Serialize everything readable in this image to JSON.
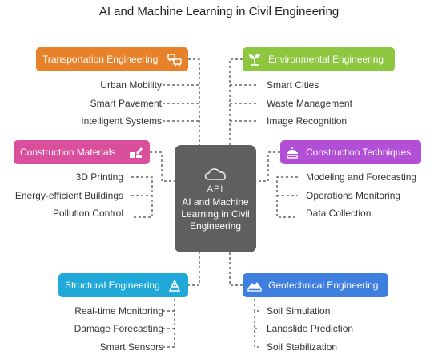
{
  "title": "AI and Machine Learning in Civil Engineering",
  "center": {
    "icon": "cloud-api-icon",
    "api_text": "API",
    "label": "AI and Machine Learning in Civil Engineering"
  },
  "topics": [
    {
      "label": "Transportation Engineering",
      "color": "#e8822a",
      "icon": "vehicles-icon",
      "items": [
        "Urban Mobility",
        "Smart Pavement",
        "Intelligent Systems"
      ]
    },
    {
      "label": "Environmental Engineering",
      "color": "#8dc63f",
      "icon": "plant-icon",
      "items": [
        "Smart Cities",
        "Waste Management",
        "Image Recognition"
      ]
    },
    {
      "label": "Construction Materials",
      "color": "#d94f9b",
      "icon": "materials-icon",
      "items": [
        "3D Printing",
        "Energy-efficient Buildings",
        "Pollution Control"
      ]
    },
    {
      "label": "Construction Techniques",
      "color": "#b24fd6",
      "icon": "construction-icon",
      "items": [
        "Modeling and Forecasting",
        "Operations Monitoring",
        "Data Collection"
      ]
    },
    {
      "label": "Structural Engineering",
      "color": "#1fa8d8",
      "icon": "structure-icon",
      "items": [
        "Real-time Monitoring",
        "Damage Forecasting",
        "Smart Sensors"
      ]
    },
    {
      "label": "Geotechnical Engineering",
      "color": "#3f7fe0",
      "icon": "terrain-icon",
      "items": [
        "Soil Simulation",
        "Landslide Prediction",
        "Soil Stabilization"
      ]
    }
  ]
}
